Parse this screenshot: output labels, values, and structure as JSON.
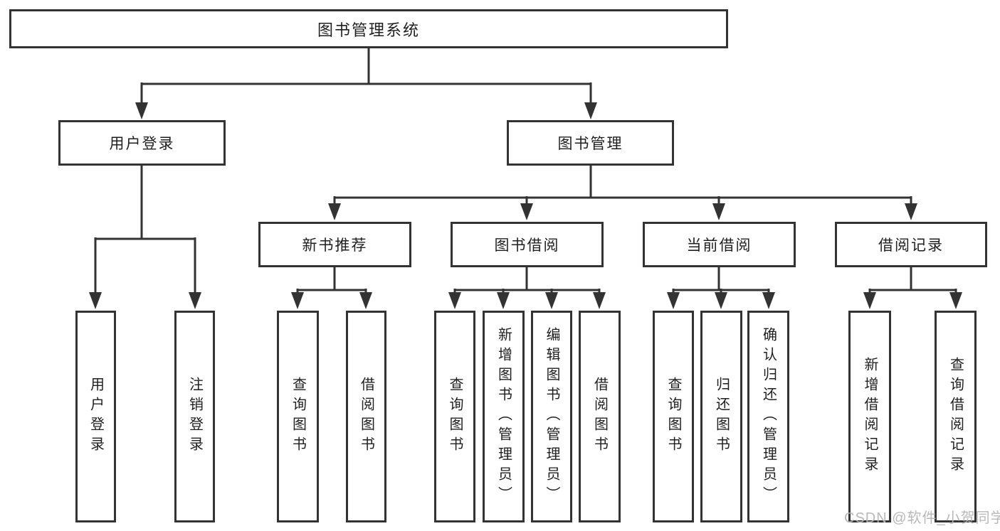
{
  "nodes": {
    "root": {
      "label": "图书管理系统"
    },
    "level2": [
      {
        "label": "用户登录"
      },
      {
        "label": "图书管理"
      }
    ],
    "level3": [
      {
        "label": "新书推荐"
      },
      {
        "label": "图书借阅"
      },
      {
        "label": "当前借阅"
      },
      {
        "label": "借阅记录"
      }
    ],
    "leaves": {
      "user_login": [
        {
          "label": "用户登录"
        },
        {
          "label": "注销登录"
        }
      ],
      "new_book_recommend": [
        {
          "label": "查询图书"
        },
        {
          "label": "借阅图书"
        }
      ],
      "book_borrow": [
        {
          "label": "查询图书"
        },
        {
          "label": "新增图书（管理员）"
        },
        {
          "label": "编辑图书（管理员）"
        },
        {
          "label": "借阅图书"
        }
      ],
      "current_borrow": [
        {
          "label": "查询图书"
        },
        {
          "label": "归还图书"
        },
        {
          "label": "确认归还（管理员）"
        }
      ],
      "borrow_record": [
        {
          "label": "新增借阅记录"
        },
        {
          "label": "查询借阅记录"
        }
      ]
    }
  },
  "watermark": {
    "text": "CSDN @软件_小贺同学"
  },
  "colors": {
    "line": "#333333",
    "border": "#333333",
    "text": "#1f1f1f",
    "background": "#ffffff",
    "watermark": "#b5b5b5"
  }
}
